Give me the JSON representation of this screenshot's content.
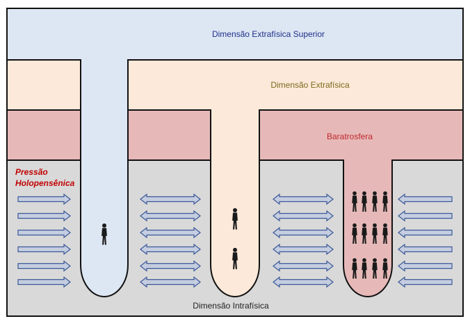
{
  "layers": {
    "upper": {
      "label": "Dimensão Extrafísica Superior",
      "color": "#dde7f3",
      "text_color": "#1f2f8a"
    },
    "extra": {
      "label": "Dimensão Extrafísica",
      "color": "#fde9d9",
      "text_color": "#7b6a1e"
    },
    "baro": {
      "label": "Baratrosfera",
      "color": "#e6b9b8",
      "text_color": "#c0272d"
    },
    "intra": {
      "label": "Dimensão Intrafísica",
      "color": "#d9d9d9",
      "text_color": "#222222"
    }
  },
  "pressure": {
    "line1": "Pressão",
    "line2": "Holopensênica",
    "color": "#c00000"
  },
  "arrow_colors": {
    "fill": "#c5cde0",
    "stroke": "#3b5998"
  },
  "figures_per_channel": [
    1,
    2,
    12
  ]
}
